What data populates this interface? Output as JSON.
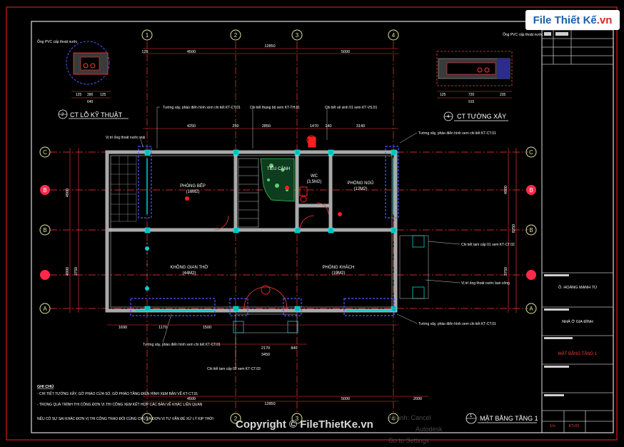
{
  "brand": {
    "logo_text": "File Thiết Kế",
    "logo_suffix": ".vn",
    "copyright": "Copyright © FileThietKe.vn"
  },
  "grid": {
    "top": [
      "1",
      "2",
      "3",
      "4"
    ],
    "bottom": [
      "1",
      "2",
      "3",
      "4"
    ],
    "left": [
      "C",
      "B",
      "B",
      "A"
    ],
    "right": [
      "C",
      "B",
      "B",
      "A"
    ]
  },
  "dims": {
    "top_overall": "12850",
    "top_a": "4500",
    "top_b": "5000",
    "top_c": "125",
    "bottom_overall": "12850",
    "bottom_a": "4500",
    "bottom_b": "5000",
    "bottom_c": "2000",
    "row2_a": "4250",
    "row2_b": "2850",
    "row2_c": "3140",
    "row2_d": "250",
    "row2_e": "1470",
    "row2_f": "140",
    "left_a": "4900",
    "left_b": "3750",
    "left_c": "4900",
    "right_a": "8250",
    "right_b": "4900",
    "right_c": "3750",
    "bottom_row_1": "1690",
    "bottom_row_2": "1170",
    "bottom_row_3": "1500",
    "bottom_row_4": "3450",
    "bottom_row_5": "2170",
    "bottom_row_6": "840"
  },
  "rooms": [
    {
      "name": "PHÒNG BẾP",
      "area": "(16M2)"
    },
    {
      "name": "TIỂU CẢNH",
      "area": ""
    },
    {
      "name": "WC",
      "area": "(3,5M2)"
    },
    {
      "name": "PHÒNG NGỦ",
      "area": "(12M2)"
    },
    {
      "name": "KHÔNG GIAN THỜ",
      "area": "(44M2)"
    },
    {
      "name": "PHÒNG KHÁCH",
      "area": "(19M2)"
    }
  ],
  "details": {
    "left_title": "CT LỖ KỸ THUẬT",
    "left_num": "2",
    "right_title": "CT TƯỜNG XÂY",
    "right_num": "4",
    "pipe_note": "Ống PVC cấp thoát nước",
    "left_dims": [
      "125",
      "390",
      "125",
      "640"
    ],
    "right_dims": [
      "125",
      "720",
      "235",
      "915"
    ]
  },
  "annotations": [
    "Tường xây, phào điển hình xem chi tiết KT-CT.01",
    "Chi tiết thang bộ xem KT-TH.01",
    "Chi tiết vệ sinh 01 xem KT-VS.01",
    "Vị trí ống thoát nước mái",
    "Chi tiết tam cấp 01 xem KT-CT.02",
    "Vị trí ống thoát nước ban công",
    "Chi tiết tam cấp 02 xem KT-CT.03"
  ],
  "notes": {
    "title": "GHI CHÚ",
    "line1": "- CHI TIẾT TƯỜNG XÂY, GỜ PHÀO CỬA SỔ, GỜ PHÀO TẦNG ĐIỂN HÌNH XEM BẢN VẼ KT-CT.01",
    "line2": "- TRONG QUÁ TRÌNH THI CÔNG ĐƠN VỊ THI CÔNG XEM KẾT HỢP CÁC BẢN VẼ KHÁC LIÊN QUAN",
    "line3": "NẾU CÓ SỰ SAI KHÁC ĐƠN VỊ THI CÔNG TRAO ĐỔI CÙNG CHỦ VÀ ĐƠN VỊ TƯ VẤN ĐỂ XỬ LÝ KỊP THỜI"
  },
  "plan_title": {
    "num": "1",
    "text": "MẶT BẰNG TẦNG 1"
  },
  "title_block": {
    "owner": "Ô. HOÀNG MẠNH TÚ",
    "project": "NHÀ Ở GIA ĐÌNH",
    "sheet": "MẶT BẰNG TẦNG 1",
    "code": "KT-01",
    "page": "1/n"
  },
  "watermark_lines": [
    "Nhanh: Cancel",
    "Autodesk",
    "Go to Settings"
  ],
  "colors": {
    "wall": "#a9a9a9",
    "grid": "#ff3b3b",
    "dim": "#ffffff",
    "accent": "#00d0d0",
    "red": "#ff1e1e",
    "blue": "#4c5cff"
  }
}
